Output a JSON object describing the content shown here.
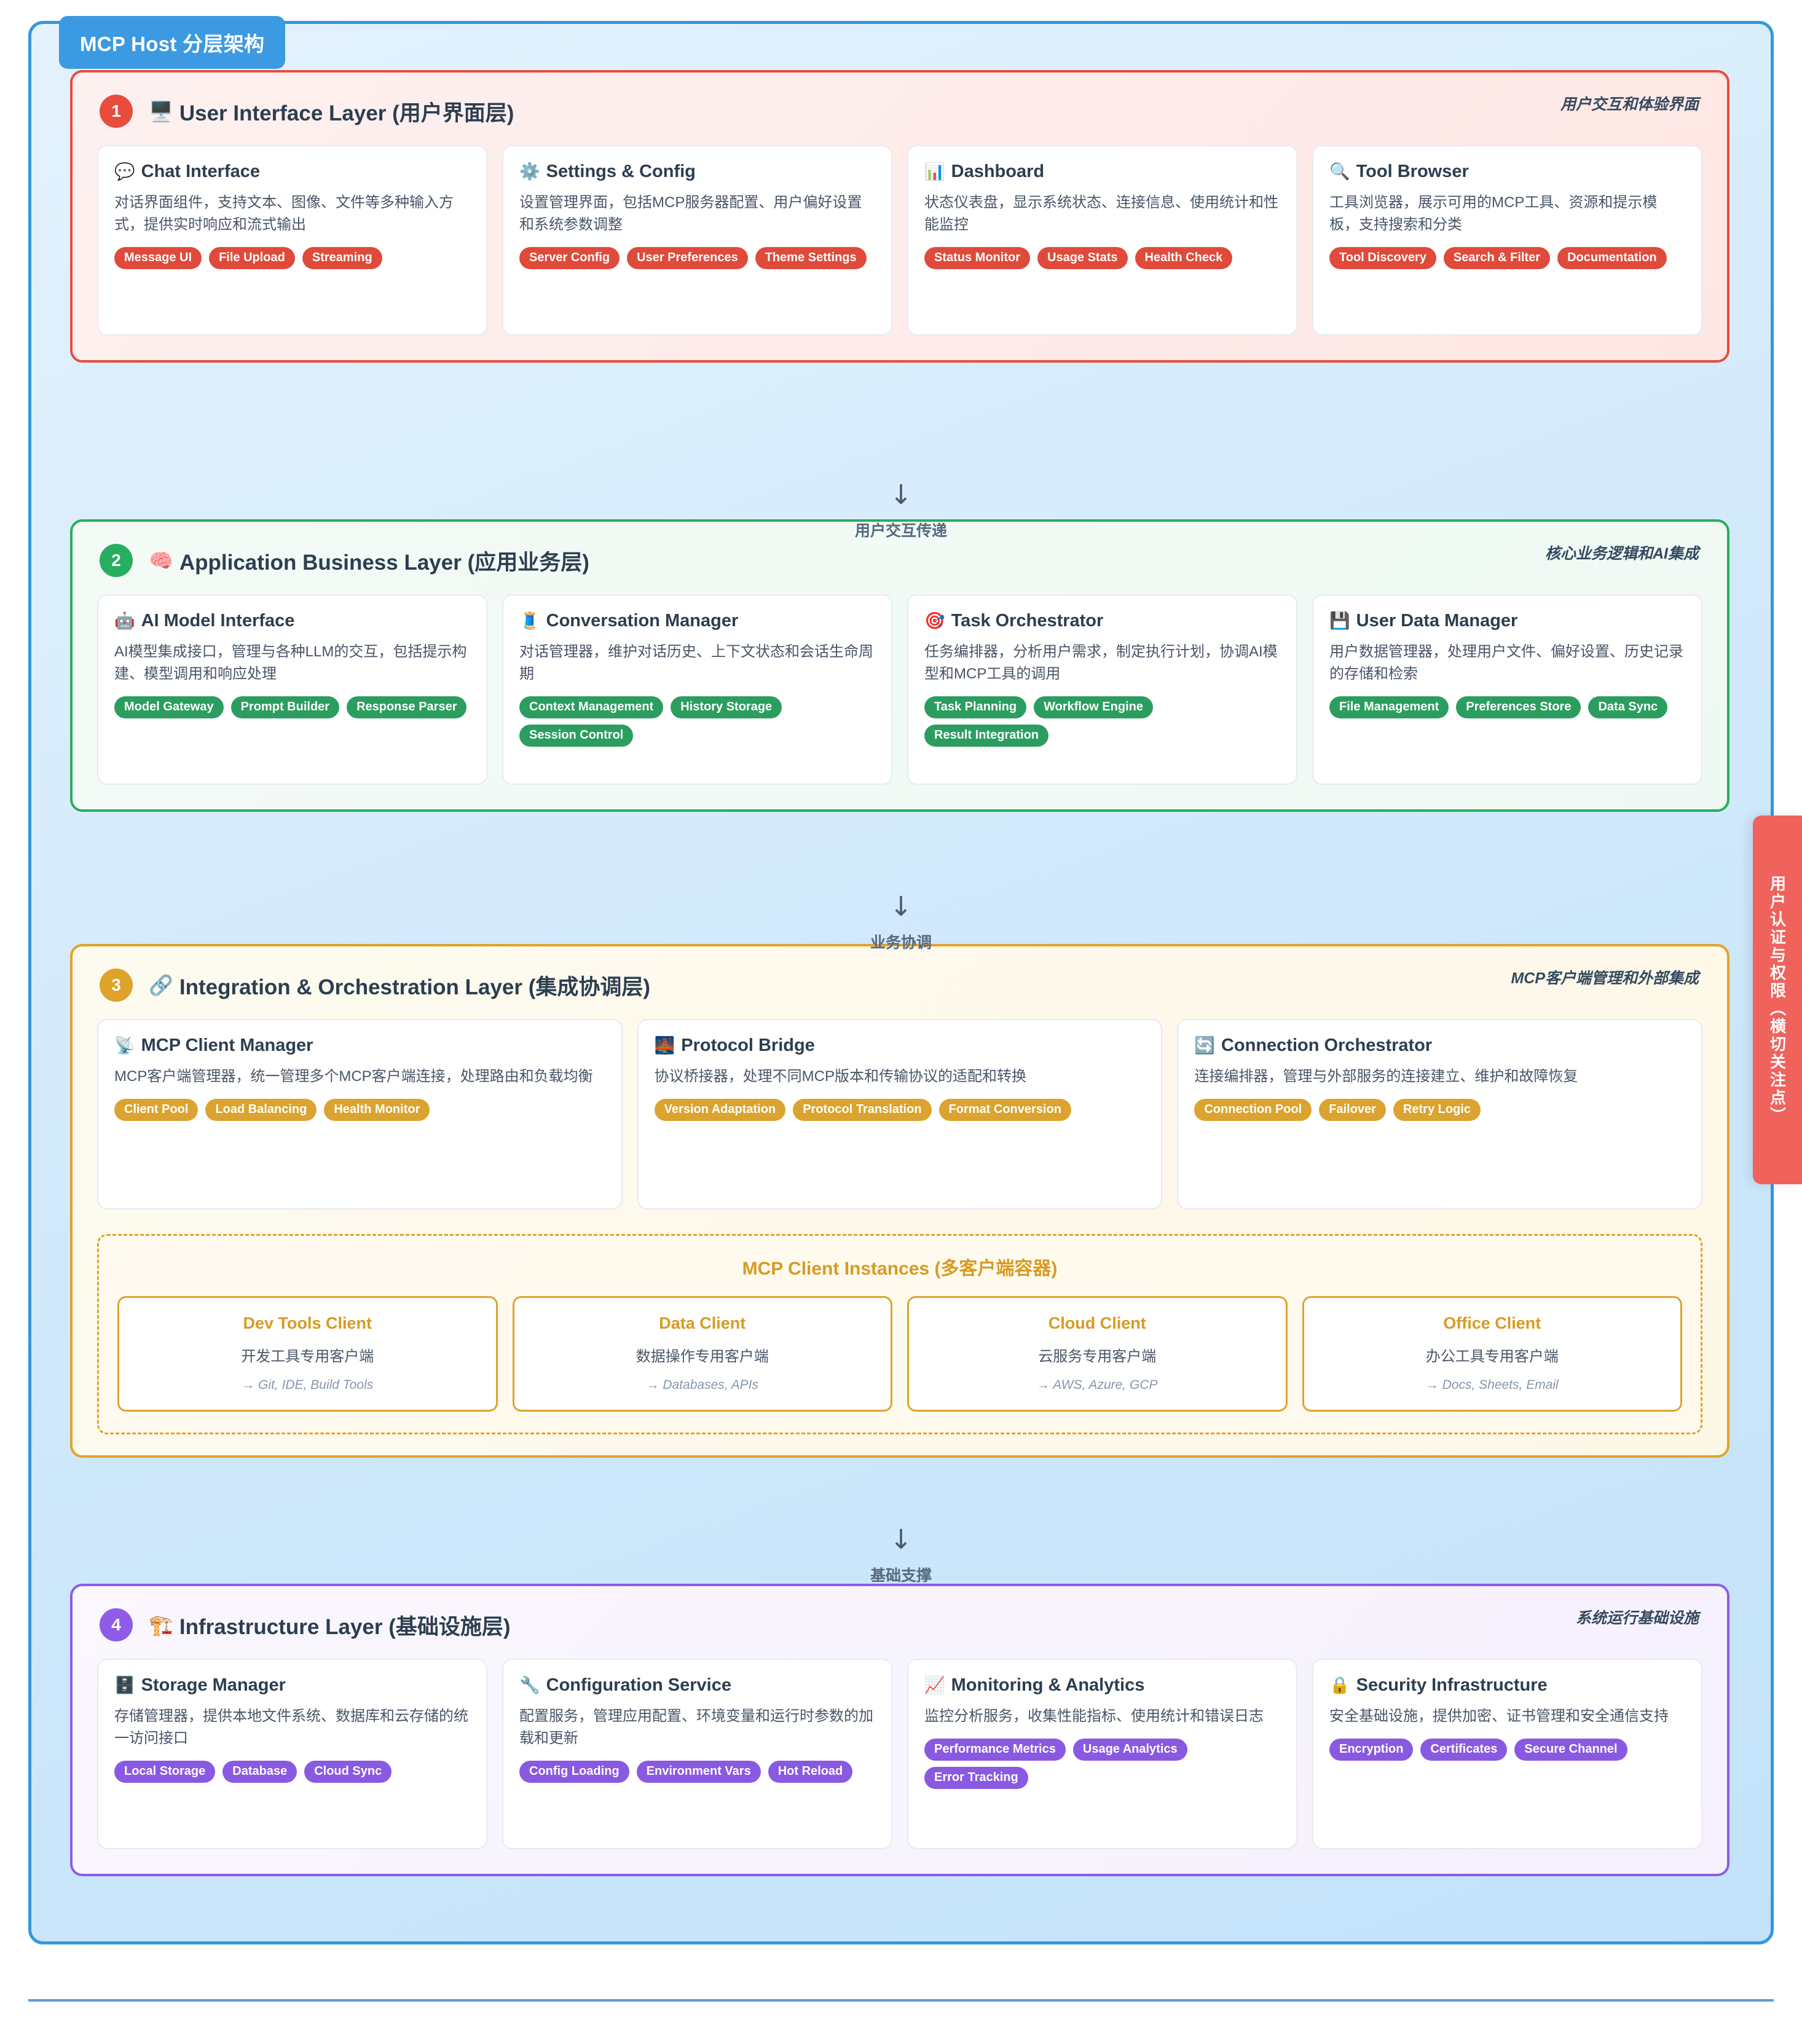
{
  "title": "MCP Host 分层架构",
  "side_banner": {
    "label": "用户认证与权限（横切关注点）",
    "color": "#f0625c"
  },
  "connectors": [
    {
      "arrow": "↓",
      "label": "用户交互传递"
    },
    {
      "arrow": "↓",
      "label": "业务协调"
    },
    {
      "arrow": "↓",
      "label": "基础支撑"
    }
  ],
  "layers": [
    {
      "number": "1",
      "emoji": "🖥️",
      "title": "User Interface Layer (用户界面层)",
      "note": "用户交互和体验界面",
      "color": "#e74c3c",
      "cards": [
        {
          "emoji": "💬",
          "title": "Chat Interface",
          "desc": "对话界面组件，支持文本、图像、文件等多种输入方式，提供实时响应和流式输出",
          "tags": [
            "Message UI",
            "File Upload",
            "Streaming"
          ]
        },
        {
          "emoji": "⚙️",
          "title": "Settings & Config",
          "desc": "设置管理界面，包括MCP服务器配置、用户偏好设置和系统参数调整",
          "tags": [
            "Server Config",
            "User Preferences",
            "Theme Settings"
          ]
        },
        {
          "emoji": "📊",
          "title": "Dashboard",
          "desc": "状态仪表盘，显示系统状态、连接信息、使用统计和性能监控",
          "tags": [
            "Status Monitor",
            "Usage Stats",
            "Health Check"
          ]
        },
        {
          "emoji": "🔍",
          "title": "Tool Browser",
          "desc": "工具浏览器，展示可用的MCP工具、资源和提示模板，支持搜索和分类",
          "tags": [
            "Tool Discovery",
            "Search & Filter",
            "Documentation"
          ]
        }
      ]
    },
    {
      "number": "2",
      "emoji": "🧠",
      "title": "Application Business Layer (应用业务层)",
      "note": "核心业务逻辑和AI集成",
      "color": "#27ae60",
      "cards": [
        {
          "emoji": "🤖",
          "title": "AI Model Interface",
          "desc": "AI模型集成接口，管理与各种LLM的交互，包括提示构建、模型调用和响应处理",
          "tags": [
            "Model Gateway",
            "Prompt Builder",
            "Response Parser"
          ]
        },
        {
          "emoji": "🧵",
          "title": "Conversation Manager",
          "desc": "对话管理器，维护对话历史、上下文状态和会话生命周期",
          "tags": [
            "Context Management",
            "History Storage",
            "Session Control"
          ]
        },
        {
          "emoji": "🎯",
          "title": "Task Orchestrator",
          "desc": "任务编排器，分析用户需求，制定执行计划，协调AI模型和MCP工具的调用",
          "tags": [
            "Task Planning",
            "Workflow Engine",
            "Result Integration"
          ]
        },
        {
          "emoji": "💾",
          "title": "User Data Manager",
          "desc": "用户数据管理器，处理用户文件、偏好设置、历史记录的存储和检索",
          "tags": [
            "File Management",
            "Preferences Store",
            "Data Sync"
          ]
        }
      ]
    },
    {
      "number": "3",
      "emoji": "🔗",
      "title": "Integration & Orchestration Layer (集成协调层)",
      "note": "MCP客户端管理和外部集成",
      "color": "#e0a42a",
      "cards": [
        {
          "emoji": "📡",
          "title": "MCP Client Manager",
          "desc": "MCP客户端管理器，统一管理多个MCP客户端连接，处理路由和负载均衡",
          "tags": [
            "Client Pool",
            "Load Balancing",
            "Health Monitor"
          ]
        },
        {
          "emoji": "🌉",
          "title": "Protocol Bridge",
          "desc": "协议桥接器，处理不同MCP版本和传输协议的适配和转换",
          "tags": [
            "Version Adaptation",
            "Protocol Translation",
            "Format Conversion"
          ]
        },
        {
          "emoji": "🔄",
          "title": "Connection Orchestrator",
          "desc": "连接编排器，管理与外部服务的连接建立、维护和故障恢复",
          "tags": [
            "Connection Pool",
            "Failover",
            "Retry Logic"
          ]
        }
      ],
      "instances": {
        "title": "MCP Client Instances (多客户端容器)",
        "items": [
          {
            "name": "Dev Tools Client",
            "desc": "开发工具专用客户端",
            "meta": "→ Git, IDE, Build Tools"
          },
          {
            "name": "Data Client",
            "desc": "数据操作专用客户端",
            "meta": "→ Databases, APIs"
          },
          {
            "name": "Cloud Client",
            "desc": "云服务专用客户端",
            "meta": "→ AWS, Azure, GCP"
          },
          {
            "name": "Office Client",
            "desc": "办公工具专用客户端",
            "meta": "→ Docs, Sheets, Email"
          }
        ]
      }
    },
    {
      "number": "4",
      "emoji": "🏗️",
      "title": "Infrastructure Layer (基础设施层)",
      "note": "系统运行基础设施",
      "color": "#8e5ce6",
      "cards": [
        {
          "emoji": "🗄️",
          "title": "Storage Manager",
          "desc": "存储管理器，提供本地文件系统、数据库和云存储的统一访问接口",
          "tags": [
            "Local Storage",
            "Database",
            "Cloud Sync"
          ]
        },
        {
          "emoji": "🔧",
          "title": "Configuration Service",
          "desc": "配置服务，管理应用配置、环境变量和运行时参数的加载和更新",
          "tags": [
            "Config Loading",
            "Environment Vars",
            "Hot Reload"
          ]
        },
        {
          "emoji": "📈",
          "title": "Monitoring & Analytics",
          "desc": "监控分析服务，收集性能指标、使用统计和错误日志",
          "tags": [
            "Performance Metrics",
            "Usage Analytics",
            "Error Tracking"
          ]
        },
        {
          "emoji": "🔒",
          "title": "Security Infrastructure",
          "desc": "安全基础设施，提供加密、证书管理和安全通信支持",
          "tags": [
            "Encryption",
            "Certificates",
            "Secure Channel"
          ]
        }
      ]
    }
  ]
}
